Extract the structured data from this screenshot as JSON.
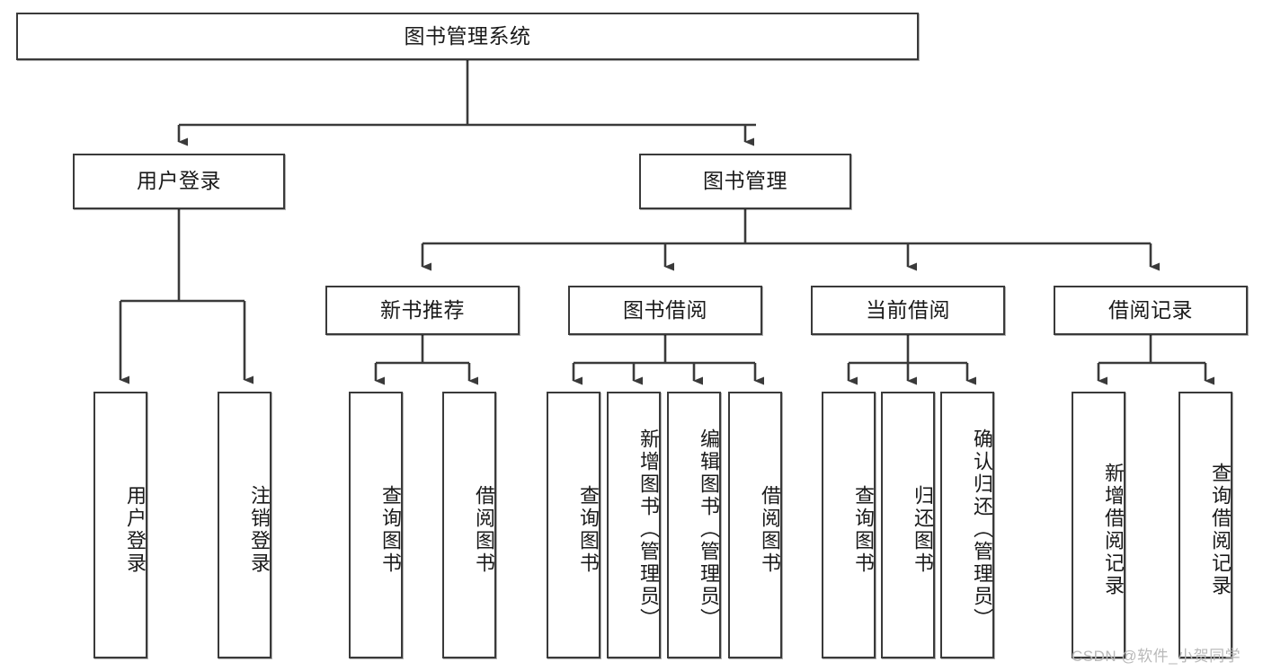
{
  "diagram": {
    "type": "tree-hierarchy",
    "title": "图书管理系统",
    "watermark": "CSDN @软件_小贺同学",
    "root": {
      "label": "图书管理系统",
      "orientation": "horizontal"
    },
    "level2": [
      {
        "label": "用户登录",
        "orientation": "horizontal"
      },
      {
        "label": "图书管理",
        "orientation": "horizontal"
      }
    ],
    "level3": [
      {
        "label": "新书推荐",
        "orientation": "horizontal",
        "parent": "图书管理"
      },
      {
        "label": "图书借阅",
        "orientation": "horizontal",
        "parent": "图书管理"
      },
      {
        "label": "当前借阅",
        "orientation": "horizontal",
        "parent": "图书管理"
      },
      {
        "label": "借阅记录",
        "orientation": "horizontal",
        "parent": "图书管理"
      }
    ],
    "leaves": [
      {
        "label": "用户登录",
        "orientation": "vertical",
        "parent": "用户登录"
      },
      {
        "label": "注销登录",
        "orientation": "vertical",
        "parent": "用户登录"
      },
      {
        "label": "查询图书",
        "orientation": "vertical",
        "parent": "新书推荐"
      },
      {
        "label": "借阅图书",
        "orientation": "vertical",
        "parent": "新书推荐"
      },
      {
        "label": "查询图书",
        "orientation": "vertical",
        "parent": "图书借阅"
      },
      {
        "label": "新增图书（管理员）",
        "orientation": "vertical",
        "parent": "图书借阅"
      },
      {
        "label": "编辑图书（管理员）",
        "orientation": "vertical",
        "parent": "图书借阅"
      },
      {
        "label": "借阅图书",
        "orientation": "vertical",
        "parent": "图书借阅"
      },
      {
        "label": "查询图书",
        "orientation": "vertical",
        "parent": "当前借阅"
      },
      {
        "label": "归还图书",
        "orientation": "vertical",
        "parent": "当前借阅"
      },
      {
        "label": "确认归还（管理员）",
        "orientation": "vertical",
        "parent": "当前借阅"
      },
      {
        "label": "新增借阅记录",
        "orientation": "vertical",
        "parent": "借阅记录"
      },
      {
        "label": "查询借阅记录",
        "orientation": "vertical",
        "parent": "借阅记录"
      }
    ],
    "colors": {
      "stroke": "#3a3a3a",
      "fill": "#ffffff",
      "text": "#1a1a1a",
      "watermark": "#b9b9b9"
    }
  }
}
